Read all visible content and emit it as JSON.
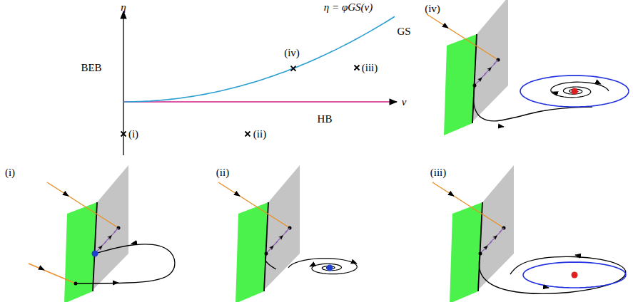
{
  "diagram": {
    "labels": [
      "η",
      "BEB",
      "η = φGS(ν)",
      "GS",
      "(iv)",
      "(iii)",
      "ν",
      "HB",
      "(i)",
      "(ii)",
      "(iv)",
      "(i)",
      "(ii)",
      "(iii)"
    ]
  }
}
